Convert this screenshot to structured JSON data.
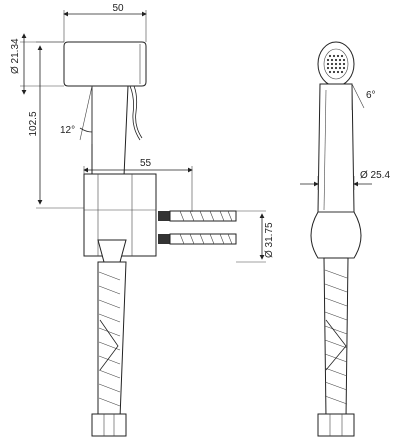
{
  "drawing": {
    "dimensions": {
      "top_width": "50",
      "head_diameter": "Ø 21.34",
      "height": "102.5",
      "angle_handle": "12°",
      "holder_width": "55",
      "holder_diameter": "Ø 31.75",
      "head_angle": "6°",
      "body_diameter": "Ø 25.4"
    }
  }
}
